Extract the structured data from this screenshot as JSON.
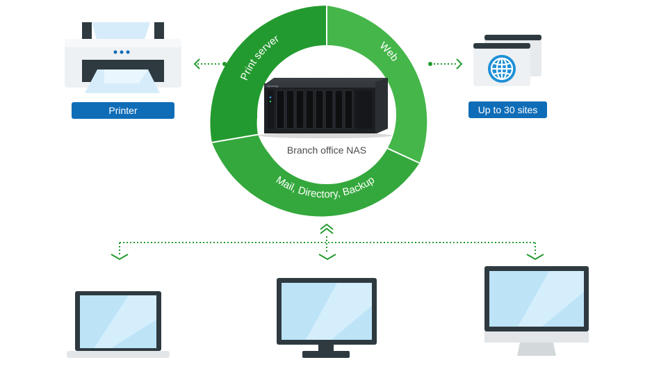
{
  "nas": {
    "label": "Branch office NAS",
    "brand": "Synology"
  },
  "ring": {
    "segments": [
      {
        "label": "Print server",
        "color": "#239a2f"
      },
      {
        "label": "Web",
        "color": "#45b64a"
      },
      {
        "label": "Mail, Directory, Backup",
        "color": "#34a83c"
      }
    ]
  },
  "printer": {
    "label": "Printer"
  },
  "web_sites": {
    "label": "Up to 30 sites"
  },
  "devices": [
    {
      "name": "laptop-icon"
    },
    {
      "name": "monitor-icon"
    },
    {
      "name": "imac-icon"
    }
  ],
  "colors": {
    "pill": "#0f6db8",
    "screen": "#bde3f7",
    "dark": "#2e3a40",
    "arrow": "#239a2f",
    "globe": "#1e8fd6"
  }
}
